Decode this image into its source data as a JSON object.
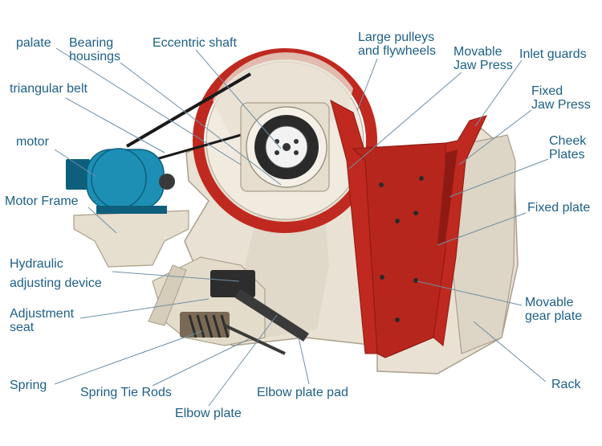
{
  "diagram": {
    "labels": {
      "palate": "palate",
      "bearing_housings": "Bearing\nhousings",
      "eccentric_shaft": "Eccentric shaft",
      "large_pulleys": "Large pulleys\nand flywheels",
      "movable_jaw_press": "Movable\nJaw Press",
      "inlet_guards": "Inlet guards",
      "triangular_belt": "triangular belt",
      "fixed_jaw_press": "Fixed\nJaw Press",
      "motor": "motor",
      "cheek_plates": "Cheek\nPlates",
      "motor_frame": "Motor Frame",
      "fixed_plate": "Fixed plate",
      "hydraulic_adjusting_device": "Hydraulic\nadjusting device",
      "adjustment_seat": "Adjustment\nseat",
      "movable_gear_plate": "Movable\ngear plate",
      "spring": "Spring",
      "spring_tie_rods": "Spring Tie Rods",
      "elbow_plate_pad": "Elbow plate pad",
      "elbow_plate": "Elbow plate",
      "rack": "Rack"
    },
    "colors": {
      "label_text": "#1c5f86",
      "leader_line": "#6f8fa6",
      "frame_beige": "#e9e2d4",
      "frame_shade": "#cfc6b4",
      "jaw_red": "#c0291f",
      "jaw_dark_red": "#8e1a13",
      "motor_teal": "#1d8fb5",
      "motor_dark": "#0e5f7c",
      "belt_black": "#1a1a1a"
    }
  }
}
